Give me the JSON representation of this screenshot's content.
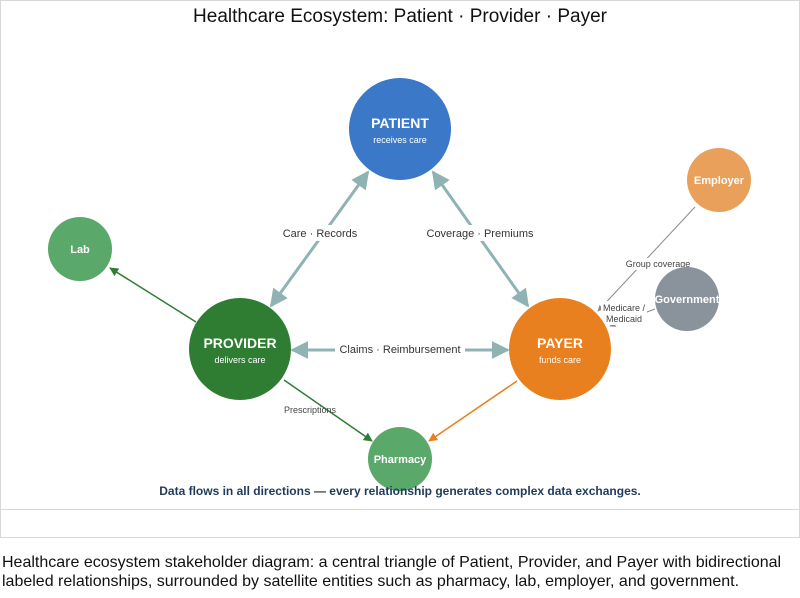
{
  "title": "Healthcare Ecosystem: Patient · Provider · Payer",
  "nodes": {
    "patient": {
      "name": "PATIENT",
      "sub": "receives care",
      "color": "#3b78c8"
    },
    "provider": {
      "name": "PROVIDER",
      "sub": "delivers care",
      "color": "#2e7d32"
    },
    "payer": {
      "name": "PAYER",
      "sub": "funds care",
      "color": "#e8801f"
    },
    "lab": {
      "name": "Lab",
      "color": "#5ba86b"
    },
    "pharmacy": {
      "name": "Pharmacy",
      "color": "#5ba86b"
    },
    "employer": {
      "name": "Employer",
      "color": "#e9a05a"
    },
    "government": {
      "name": "Government",
      "color": "#8a929c"
    }
  },
  "edges": {
    "patient_provider": "Care · Records",
    "patient_payer": "Coverage · Premiums",
    "provider_payer": "Claims · Reimbursement",
    "provider_pharmacy": "Prescriptions",
    "employer_payer": "Group coverage",
    "government_payer_line1": "Medicare /",
    "government_payer_line2": "Medicaid"
  },
  "edge_colors": {
    "core": "#8fb3b3",
    "provider_out": "#2e7d32",
    "payer_pharmacy": "#e8801f",
    "satellite": "#8a8a8a"
  },
  "footer_note": "Data flows in all directions — every relationship generates complex data exchanges.",
  "caption": "Healthcare ecosystem stakeholder diagram: a central triangle of Patient, Provider, and Payer with bidirectional labeled relationships, surrounded by satellite entities such as pharmacy, lab, employer, and government."
}
